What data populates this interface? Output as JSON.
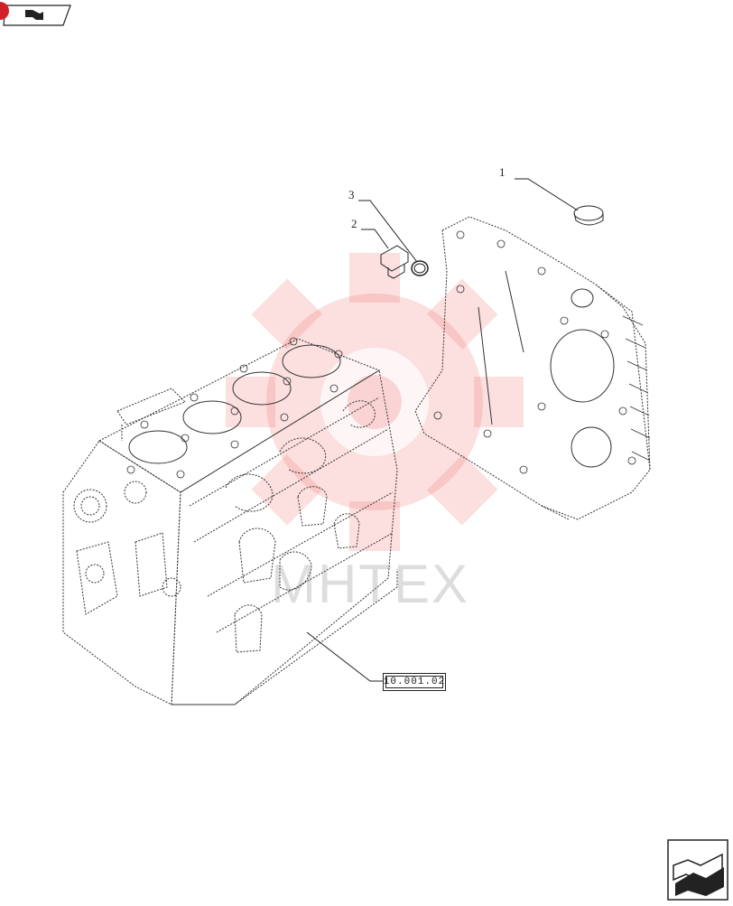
{
  "callouts": [
    {
      "id": "1",
      "label": "1"
    },
    {
      "id": "2",
      "label": "2"
    },
    {
      "id": "3",
      "label": "3"
    }
  ],
  "reference_box": {
    "label": "10.001.02"
  },
  "watermark": {
    "text": "MHTEX"
  },
  "navigation": {
    "prev_icon": "page-back-icon",
    "next_icon": "page-forward-icon"
  },
  "colors": {
    "line": "#222222",
    "watermark": "#f08080"
  }
}
